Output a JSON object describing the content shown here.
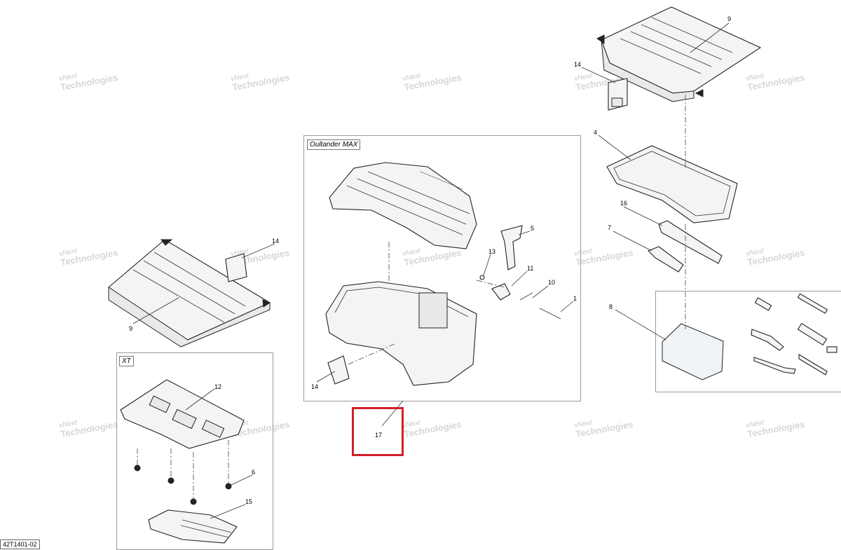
{
  "watermark": {
    "line1": "vNext",
    "line2": "Technologies"
  },
  "panels": {
    "xt": "XT",
    "max": "Oultander MAX"
  },
  "callouts": {
    "c1": "1",
    "c4": "4",
    "c5": "5",
    "c6": "6",
    "c7": "7",
    "c8": "8",
    "c9_top": "9",
    "c9_left": "9",
    "c10": "10",
    "c11": "11",
    "c12": "12",
    "c13": "13",
    "c14_top": "14",
    "c14_left": "14",
    "c14_mid": "14",
    "c15": "15",
    "c16": "16",
    "c17": "17"
  },
  "ref_code": "42T1401-02",
  "colors": {
    "highlight": "#d21f2a",
    "line": "#333333",
    "watermark": "#c9c9c9"
  }
}
